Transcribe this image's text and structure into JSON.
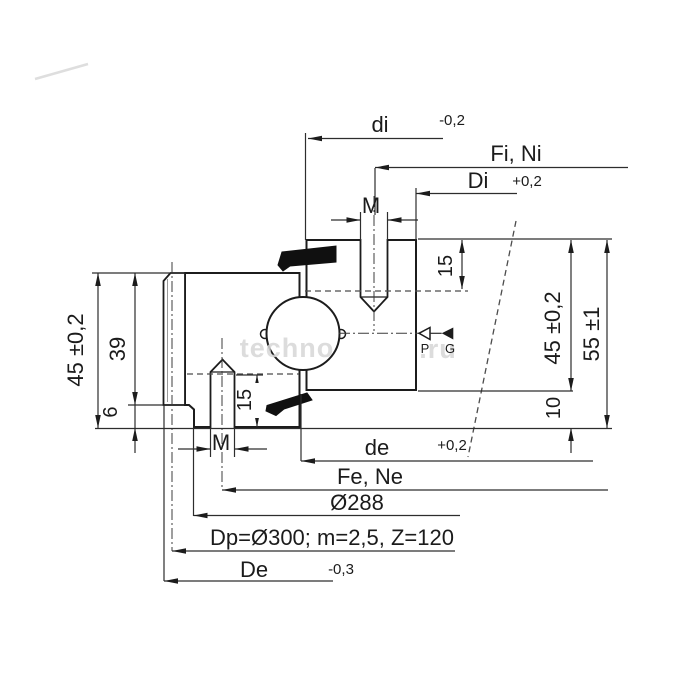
{
  "drawing_type": "bearing-cross-section",
  "watermark": {
    "left": "techno",
    "right": ".ru"
  },
  "dims": {
    "di": {
      "label": "di",
      "tol": "-0,2"
    },
    "fi_ni": {
      "label": "Fi, Ni"
    },
    "Di": {
      "label": "Di",
      "tol": "+0,2"
    },
    "m_top": {
      "label": "M"
    },
    "depth_top": {
      "label": "15"
    },
    "h45_right": {
      "label": "45 ±0,2"
    },
    "h55_right": {
      "label": "55 ±1"
    },
    "h10_right": {
      "label": "10"
    },
    "h45_left": {
      "label": "45 ±0,2"
    },
    "h39_left": {
      "label": "39"
    },
    "h6_left": {
      "label": "6"
    },
    "depth_bottom": {
      "label": "15"
    },
    "m_bottom": {
      "label": "M"
    },
    "de": {
      "label": "de",
      "tol": "+0,2"
    },
    "fe_ne": {
      "label": "Fe, Ne"
    },
    "d288": {
      "label": "Ø288"
    },
    "gear_note": {
      "label": "Dp=Ø300; m=2,5, Z=120"
    },
    "De": {
      "label": "De",
      "tol": "-0,3"
    }
  },
  "symbols": {
    "p": "P",
    "g": "G"
  },
  "colors": {
    "line": "#1c1c1c",
    "hatch_fill": "#bdbdbd",
    "hatch_line": "#2f2f2f",
    "seal": "#101010",
    "dashed": "#4c4c4c",
    "watermark": "#d6d6d6",
    "background": "#ffffff"
  }
}
